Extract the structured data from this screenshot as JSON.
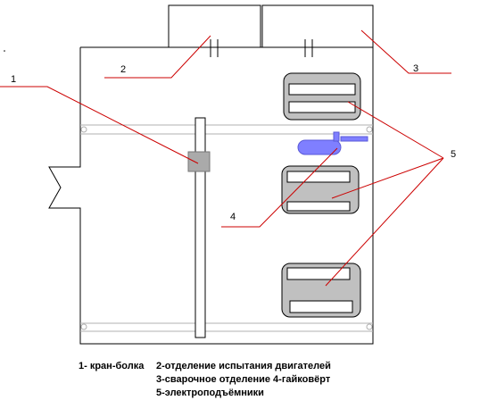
{
  "callouts": {
    "n1": "1",
    "n2": "2",
    "n3": "3",
    "n4": "4",
    "n5": "5"
  },
  "legend": {
    "crane": "1- кран-болка",
    "engine_test": "2-отделение испытания двигателей",
    "welding_and_wrench": "3-сварочное отделение 4-гайковёрт",
    "lifts": "5-электроподъёмники"
  },
  "colors": {
    "callout_line": "#cc0000",
    "crane_block": "#aaaaaa",
    "lift_body": "#c0c0c0",
    "wrench": "#7f7fff"
  }
}
